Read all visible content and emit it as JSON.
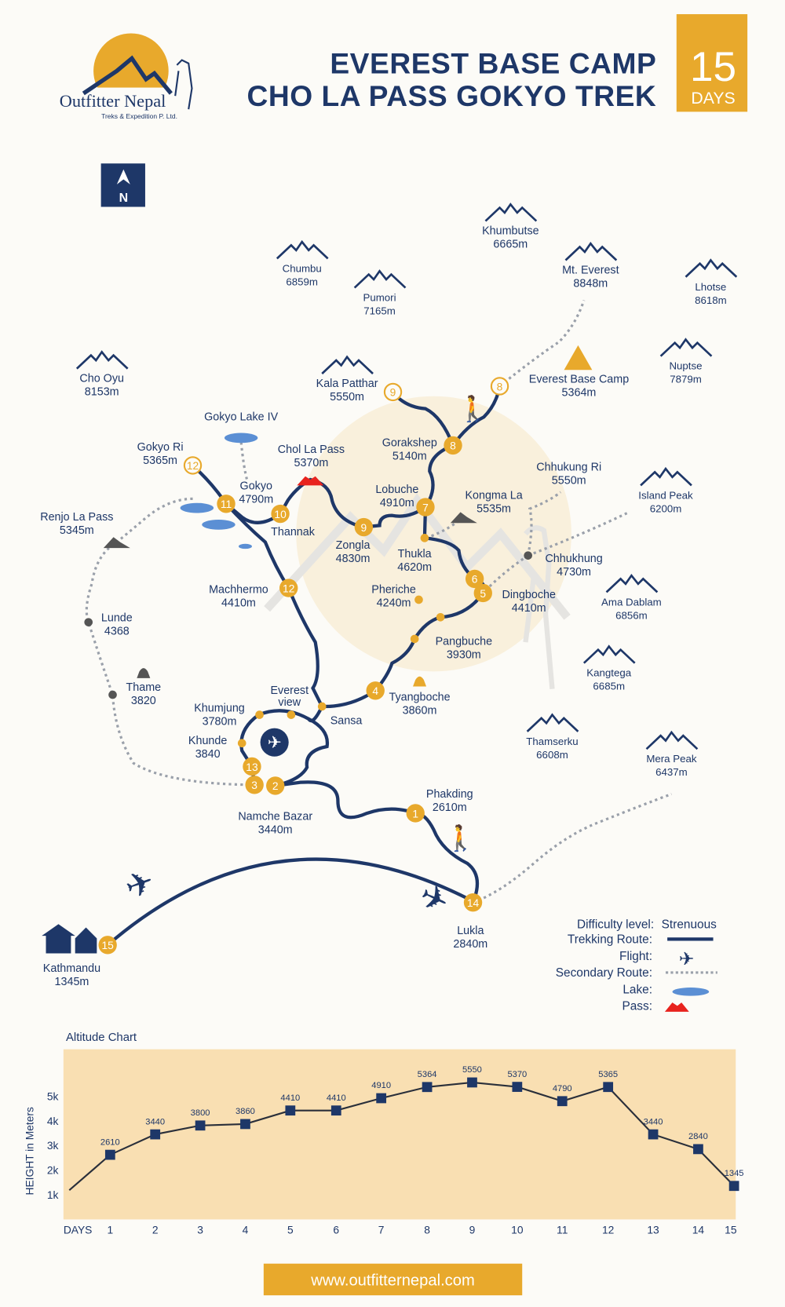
{
  "header": {
    "logo_name": "Outfitter Nepal",
    "logo_tagline": "Treks & Expedition P. Ltd.",
    "title_line1": "EVEREST BASE CAMP",
    "title_line2": "CHO LA PASS GOKYO TREK",
    "days_number": "15",
    "days_label": "DAYS",
    "north_label": "N"
  },
  "colors": {
    "navy": "#1e3768",
    "gold": "#e8a92c",
    "background": "#fcfbf7",
    "chart_background": "#f8dcaa",
    "pass": "#e8231e",
    "lake": "#5b8fd4",
    "secondary": "#9aa0aa"
  },
  "peaks": [
    {
      "name": "Khumbutse",
      "elevation": "6665m"
    },
    {
      "name": "Chumbu",
      "elevation": "6859m"
    },
    {
      "name": "Mt. Everest",
      "elevation": "8848m"
    },
    {
      "name": "Lhotse",
      "elevation": "8618m"
    },
    {
      "name": "Pumori",
      "elevation": "7165m"
    },
    {
      "name": "Nuptse",
      "elevation": "7879m"
    },
    {
      "name": "Cho Oyu",
      "elevation": "8153m"
    },
    {
      "name": "Kala Patthar",
      "elevation": "5550m"
    },
    {
      "name": "Island Peak",
      "elevation": "6200m"
    },
    {
      "name": "Ama Dablam",
      "elevation": "6856m"
    },
    {
      "name": "Kangtega",
      "elevation": "6685m"
    },
    {
      "name": "Thamserku",
      "elevation": "6608m"
    },
    {
      "name": "Mera Peak",
      "elevation": "6437m"
    }
  ],
  "places": [
    {
      "name": "Everest Base Camp",
      "elevation": "5364m"
    },
    {
      "name": "Gorakshep",
      "elevation": "5140m"
    },
    {
      "name": "Gokyo Lake IV",
      "elevation": ""
    },
    {
      "name": "Gokyo Ri",
      "elevation": "5365m"
    },
    {
      "name": "Chol La Pass",
      "elevation": "5370m"
    },
    {
      "name": "Chhukung Ri",
      "elevation": "5550m"
    },
    {
      "name": "Gokyo",
      "elevation": "4790m"
    },
    {
      "name": "Lobuche",
      "elevation": "4910m"
    },
    {
      "name": "Kongma La",
      "elevation": "5535m"
    },
    {
      "name": "Renjo La Pass",
      "elevation": "5345m"
    },
    {
      "name": "Thannak",
      "elevation": ""
    },
    {
      "name": "Zongla",
      "elevation": "4830m"
    },
    {
      "name": "Thukla",
      "elevation": "4620m"
    },
    {
      "name": "Chhukhung",
      "elevation": "4730m"
    },
    {
      "name": "Machhermo",
      "elevation": "4410m"
    },
    {
      "name": "Pheriche",
      "elevation": "4240m"
    },
    {
      "name": "Dingboche",
      "elevation": "4410m"
    },
    {
      "name": "Lunde",
      "elevation": "4368"
    },
    {
      "name": "Pangbuche",
      "elevation": "3930m"
    },
    {
      "name": "Thame",
      "elevation": "3820"
    },
    {
      "name": "Everest",
      "elevation": "view"
    },
    {
      "name": "Tyangboche",
      "elevation": "3860m"
    },
    {
      "name": "Khumjung",
      "elevation": "3780m"
    },
    {
      "name": "Sansa",
      "elevation": ""
    },
    {
      "name": "Khunde",
      "elevation": "3840"
    },
    {
      "name": "Phakding",
      "elevation": "2610m"
    },
    {
      "name": "Namche Bazar",
      "elevation": "3440m"
    },
    {
      "name": "Lukla",
      "elevation": "2840m"
    },
    {
      "name": "Kathmandu",
      "elevation": "1345m"
    }
  ],
  "stop_markers": [
    {
      "label": "1",
      "style": "filled"
    },
    {
      "label": "2",
      "style": "filled"
    },
    {
      "label": "3",
      "style": "filled"
    },
    {
      "label": "13",
      "style": "filled"
    },
    {
      "label": "4",
      "style": "filled"
    },
    {
      "label": "5",
      "style": "filled"
    },
    {
      "label": "6",
      "style": "filled"
    },
    {
      "label": "7",
      "style": "filled"
    },
    {
      "label": "8",
      "style": "filled"
    },
    {
      "label": "8",
      "style": "outline"
    },
    {
      "label": "9",
      "style": "outline"
    },
    {
      "label": "9",
      "style": "filled"
    },
    {
      "label": "10",
      "style": "filled"
    },
    {
      "label": "11",
      "style": "filled"
    },
    {
      "label": "12",
      "style": "filled"
    },
    {
      "label": "12",
      "style": "outline"
    },
    {
      "label": "14",
      "style": "filled"
    },
    {
      "label": "15",
      "style": "filled"
    }
  ],
  "legend": {
    "difficulty_label": "Difficulty level:",
    "difficulty_value": "Strenuous",
    "trekking_route": "Trekking Route:",
    "flight": "Flight:",
    "secondary_route": "Secondary Route:",
    "lake": "Lake:",
    "pass": "Pass:"
  },
  "watermark": {
    "name": "Outfitter Nepal",
    "tagline": "Treks & Expedition P. Ltd."
  },
  "chart_data": {
    "type": "line",
    "title": "Altitude Chart",
    "xlabel": "DAYS",
    "ylabel": "HEIGHT in Meters",
    "categories": [
      "1",
      "2",
      "3",
      "4",
      "5",
      "6",
      "7",
      "8",
      "9",
      "10",
      "11",
      "12",
      "13",
      "14",
      "15"
    ],
    "values": [
      2610,
      3440,
      3800,
      3860,
      4410,
      4410,
      4910,
      5364,
      5550,
      5370,
      4790,
      5365,
      3440,
      2840,
      1345
    ],
    "value_labels": [
      "2610",
      "3440",
      "3800",
      "3860",
      "4410",
      "4410",
      "4910",
      "5364",
      "5550",
      "5370",
      "4790",
      "5365",
      "3440",
      "2840",
      "1345"
    ],
    "y_ticks": [
      "1k",
      "2k",
      "3k",
      "4k",
      "5k"
    ],
    "y_tick_values": [
      1000,
      2000,
      3000,
      4000,
      5000
    ],
    "grid": false,
    "marker": "square"
  },
  "footer": {
    "website": "www.outfitternepal.com"
  }
}
